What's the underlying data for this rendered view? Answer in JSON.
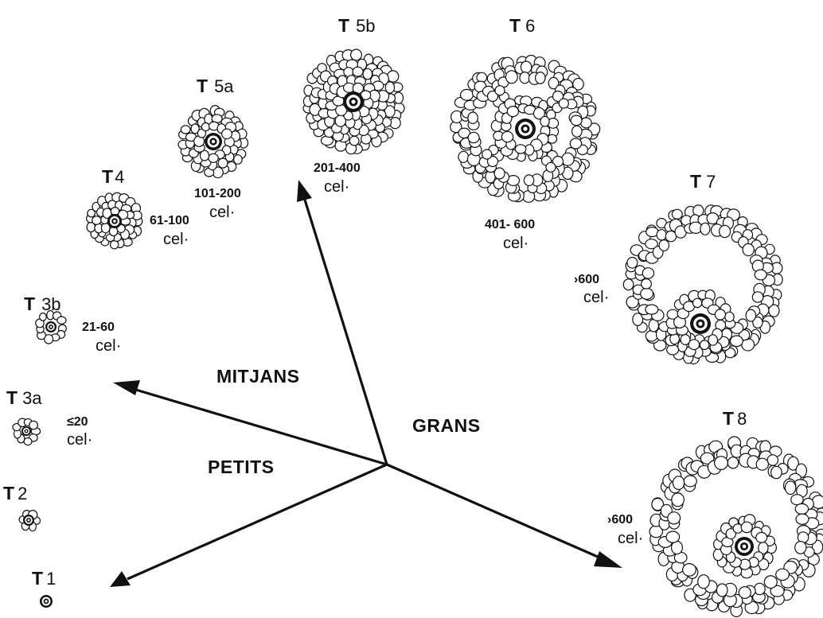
{
  "categories": {
    "mitjans": "MITJANS",
    "grans": "GRANS",
    "petits": "PETITS"
  },
  "stages": [
    {
      "id": "t1",
      "main": "T",
      "sub": "1",
      "count": "",
      "unit": ""
    },
    {
      "id": "t2",
      "main": "T",
      "sub": "2",
      "count": "",
      "unit": ""
    },
    {
      "id": "t3a",
      "main": "T",
      "sub": "3a",
      "count": "≤20",
      "unit": "cel·"
    },
    {
      "id": "t3b",
      "main": "T",
      "sub": "3b",
      "count": "21-60",
      "unit": "cel·"
    },
    {
      "id": "t4",
      "main": "T",
      "sub": "4",
      "count": "61-100",
      "unit": "cel·"
    },
    {
      "id": "t5a",
      "main": "T",
      "sub": "5a",
      "count": "101-200",
      "unit": "cel·"
    },
    {
      "id": "t5b",
      "main": "T",
      "sub": "5b",
      "count": "201-400",
      "unit": "cel·"
    },
    {
      "id": "t6",
      "main": "T",
      "sub": "6",
      "count": "401- 600",
      "unit": "cel·"
    },
    {
      "id": "t7",
      "main": "T",
      "sub": "7",
      "count": "›600",
      "unit": "cel·"
    },
    {
      "id": "t8",
      "main": "T",
      "sub": "8",
      "count": "›600",
      "unit": "cel·"
    }
  ]
}
